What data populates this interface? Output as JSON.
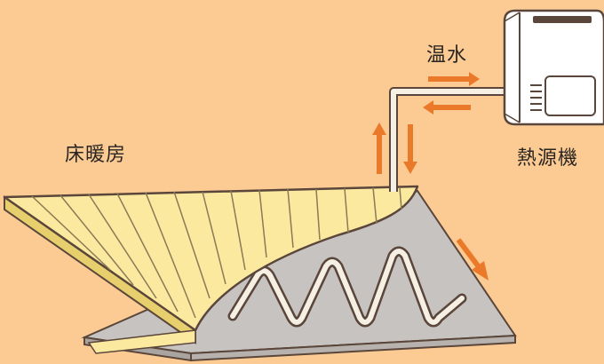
{
  "labels": {
    "floor_heating": "床暖房",
    "hot_water": "温水",
    "heat_source": "熱源機"
  },
  "colors": {
    "background": "#fbcb93",
    "arrow": "#ea7a2a",
    "outline": "#5a463a",
    "wood": "#fbe9a0",
    "wood_dark": "#e8cf6d",
    "panel": "#c7c3c0",
    "pipe": "#f6efe4"
  },
  "icons": [
    "heat-source-unit-icon"
  ]
}
